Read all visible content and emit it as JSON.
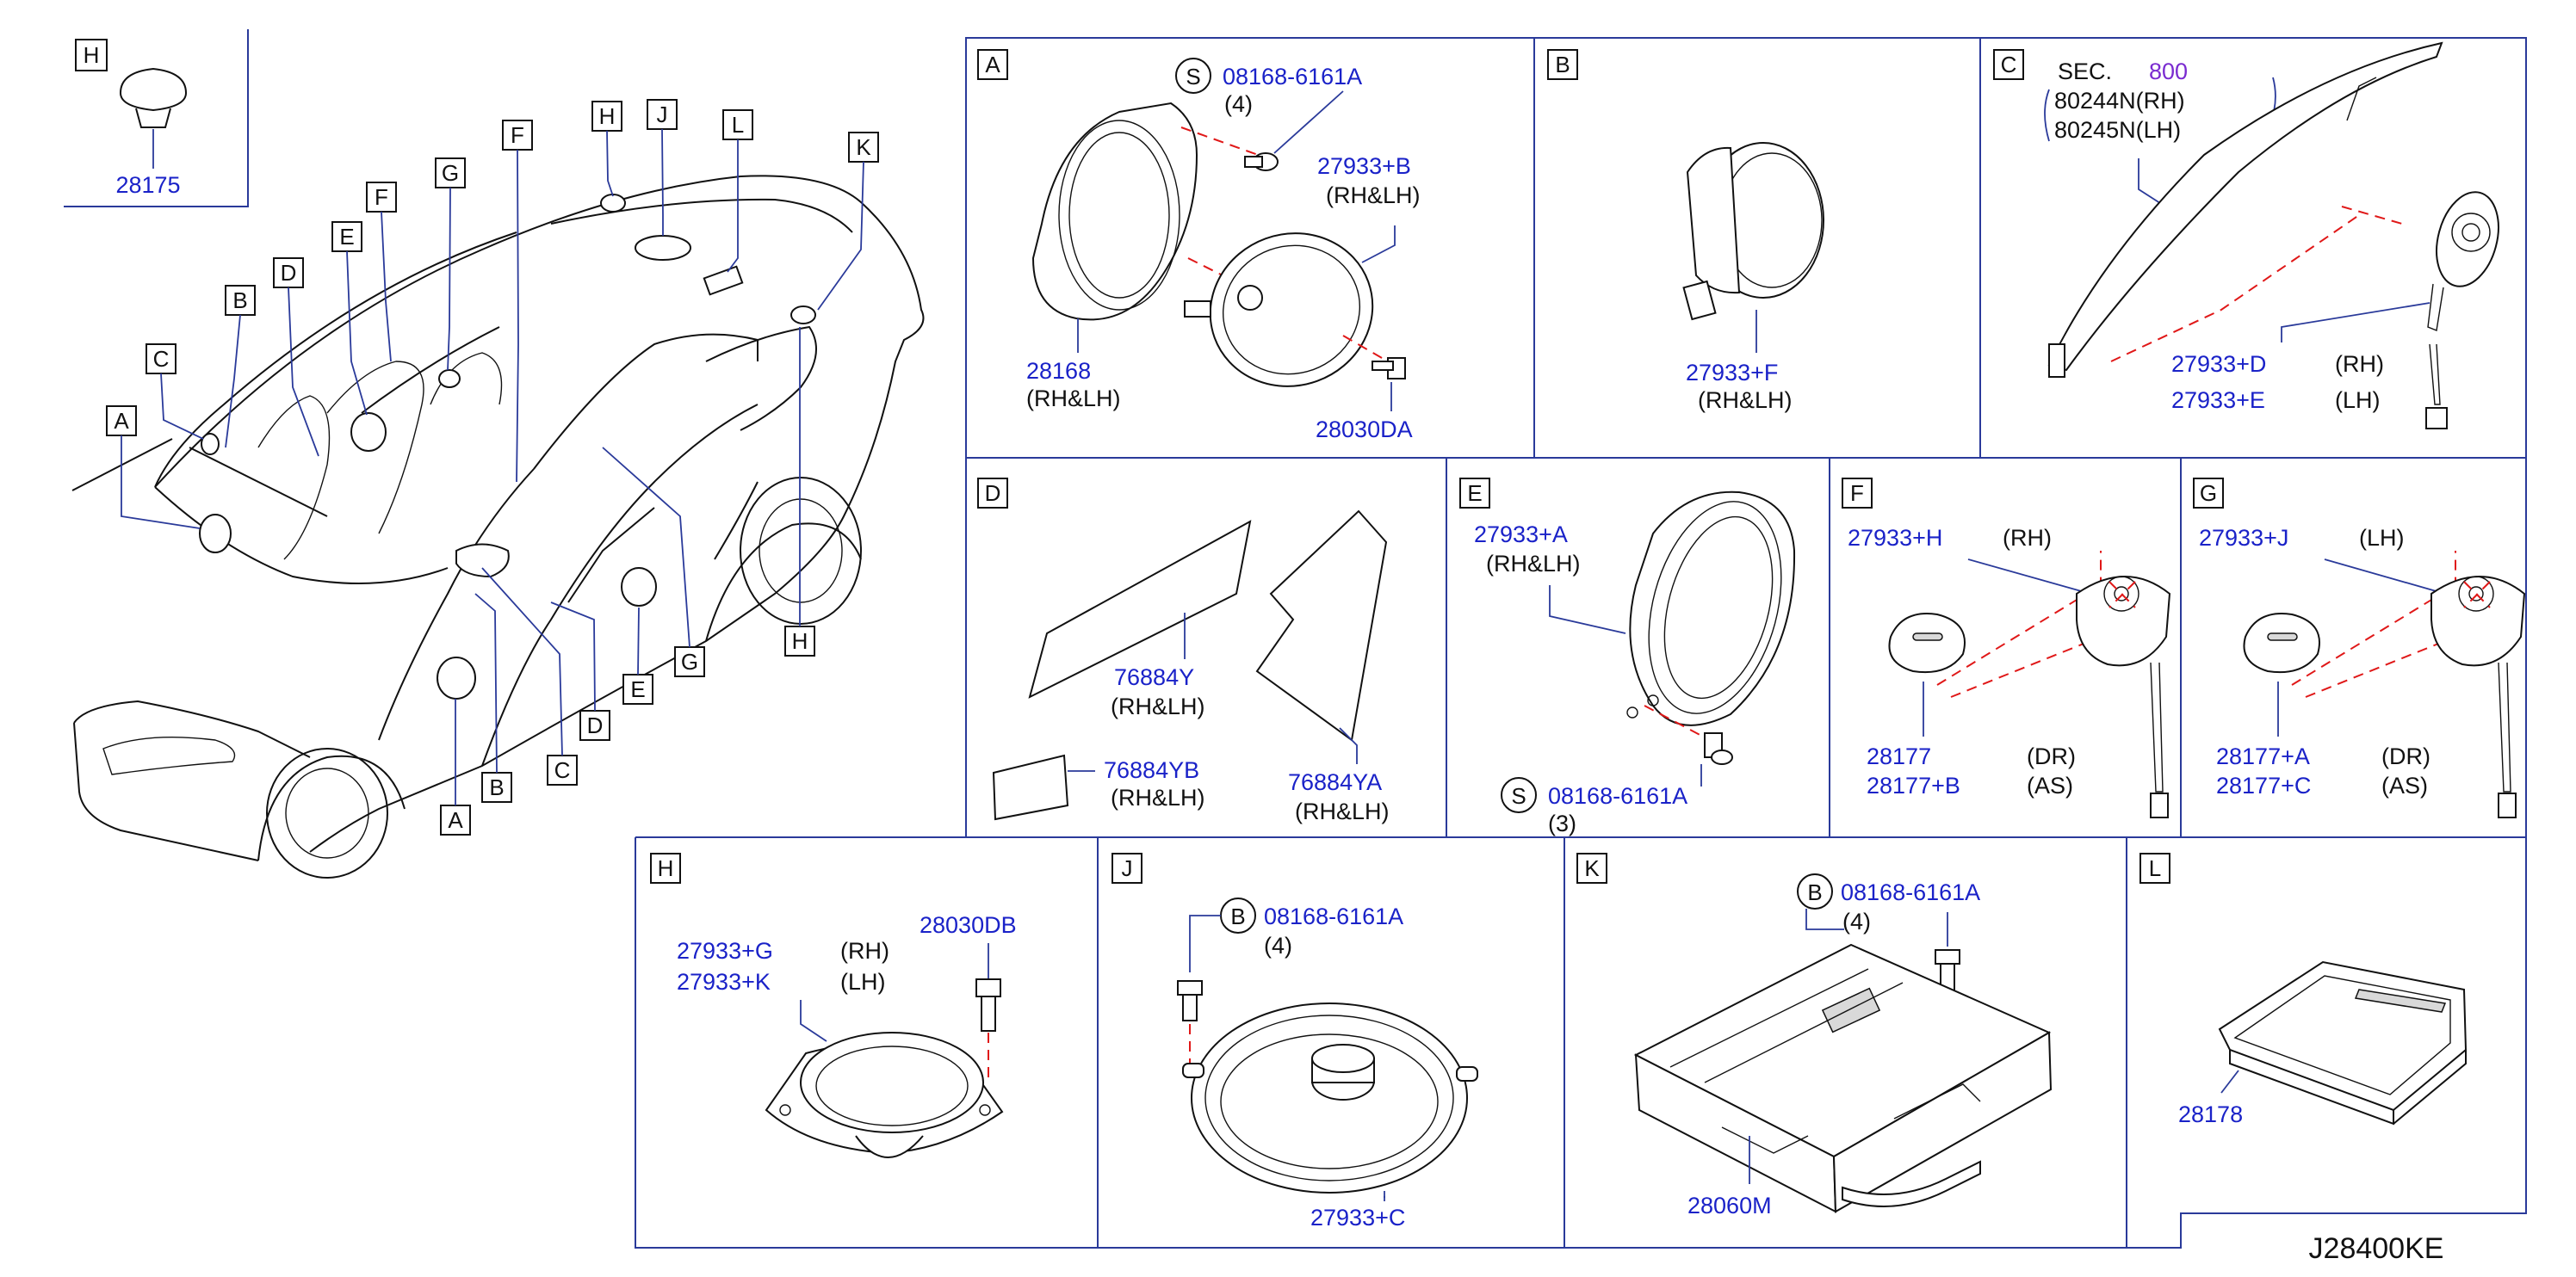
{
  "callout_letters": {
    "A": "A",
    "B": "B",
    "C": "C",
    "D": "D",
    "E": "E",
    "F": "F",
    "G": "G",
    "H": "H",
    "J": "J",
    "K": "K",
    "L": "L"
  },
  "screw_symbols": {
    "S": "S",
    "B": "B"
  },
  "inset_h": {
    "part": "28175"
  },
  "panel_a": {
    "screw_part": "08168-6161A",
    "screw_qty": "(4)",
    "speaker_part": "27933+B",
    "speaker_side": "(RH&LH)",
    "bracket_part": "28168",
    "bracket_side": "(RH&LH)",
    "bolt_part": "28030DA"
  },
  "panel_b": {
    "part": "27933+F",
    "side": "(RH&LH)"
  },
  "panel_c": {
    "sec_label": "SEC.",
    "sec_number": "800",
    "glass_rh": "80244N(RH)",
    "glass_lh": "80245N(LH)",
    "part_rh": "27933+D",
    "part_lh": "27933+E",
    "tag_rh": "(RH)",
    "tag_lh": "(LH)"
  },
  "panel_d": {
    "part_y": "76884Y",
    "part_y_side": "(RH&LH)",
    "part_yb": "76884YB",
    "part_yb_side": "(RH&LH)",
    "part_ya": "76884YA",
    "part_ya_side": "(RH&LH)"
  },
  "panel_e": {
    "part": "27933+A",
    "side": "(RH&LH)",
    "screw_part": "08168-6161A",
    "screw_qty": "(3)"
  },
  "panel_f": {
    "part": "27933+H",
    "side": "(RH)",
    "cap_dr": "28177",
    "cap_as": "28177+B",
    "tag_dr": "(DR)",
    "tag_as": "(AS)"
  },
  "panel_g": {
    "part": "27933+J",
    "side": "(LH)",
    "cap_dr": "28177+A",
    "cap_as": "28177+C",
    "tag_dr": "(DR)",
    "tag_as": "(AS)"
  },
  "panel_h": {
    "part_rh": "27933+G",
    "part_lh": "27933+K",
    "tag_rh": "(RH)",
    "tag_lh": "(LH)",
    "bolt_part": "28030DB"
  },
  "panel_j": {
    "screw_part": "08168-6161A",
    "screw_qty": "(4)",
    "part": "27933+C"
  },
  "panel_k": {
    "screw_part": "08168-6161A",
    "screw_qty": "(4)",
    "part": "28060M"
  },
  "panel_l": {
    "part": "28178"
  },
  "diagram_code": "J28400KE"
}
